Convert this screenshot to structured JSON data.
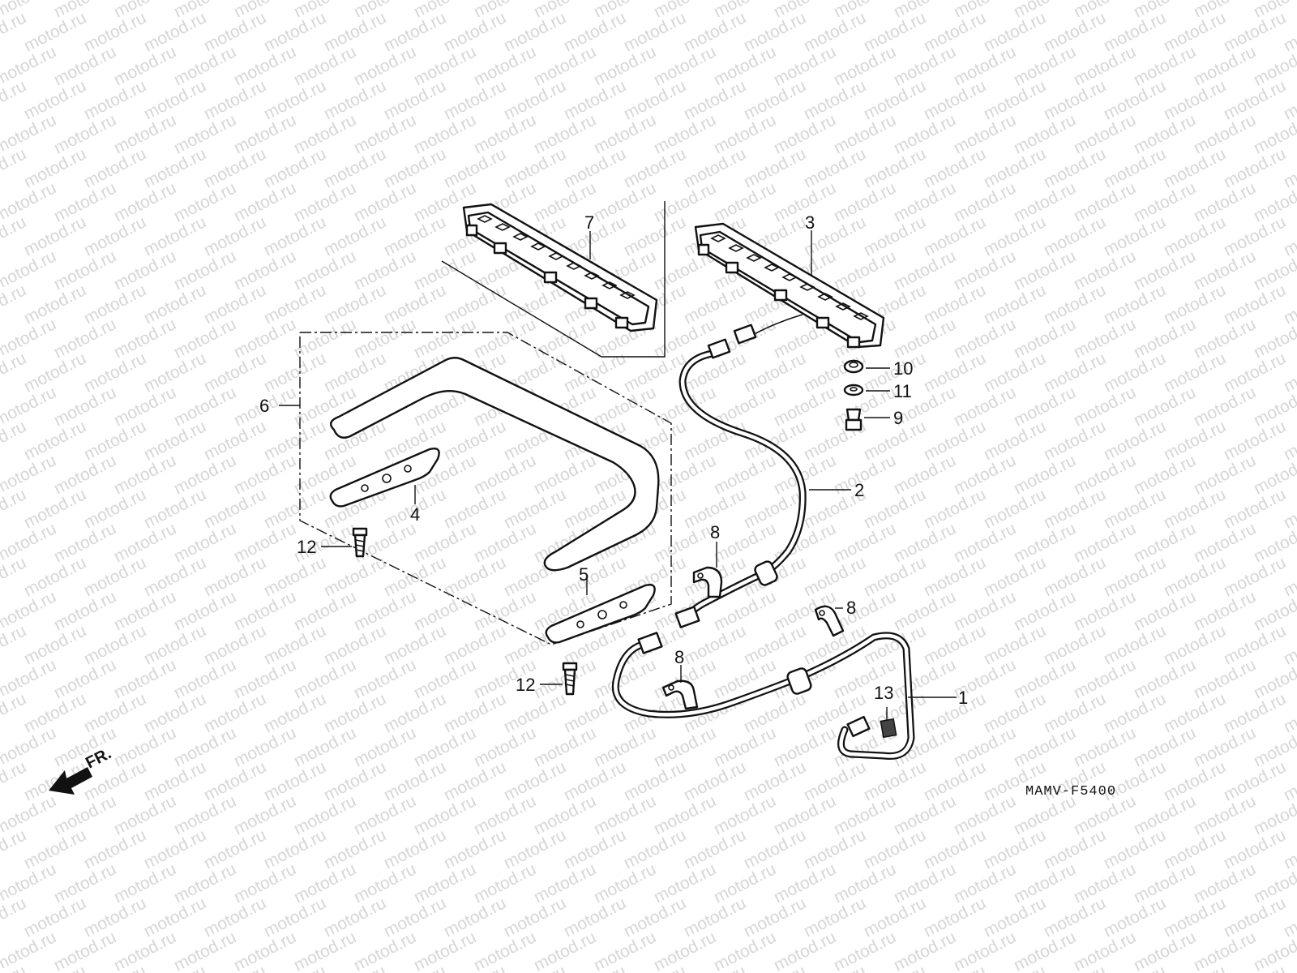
{
  "diagram": {
    "watermark": "motod.ru",
    "diagram_code": "MAMV-F5400",
    "direction_label": "FR.",
    "callouts": [
      {
        "id": "1",
        "label": "1"
      },
      {
        "id": "2",
        "label": "2"
      },
      {
        "id": "3",
        "label": "3"
      },
      {
        "id": "4",
        "label": "4"
      },
      {
        "id": "5",
        "label": "5"
      },
      {
        "id": "6",
        "label": "6"
      },
      {
        "id": "7",
        "label": "7"
      },
      {
        "id": "8a",
        "label": "8"
      },
      {
        "id": "8b",
        "label": "8"
      },
      {
        "id": "8c",
        "label": "8"
      },
      {
        "id": "9",
        "label": "9"
      },
      {
        "id": "10",
        "label": "10"
      },
      {
        "id": "11",
        "label": "11"
      },
      {
        "id": "12a",
        "label": "12"
      },
      {
        "id": "12b",
        "label": "12"
      },
      {
        "id": "13",
        "label": "13"
      }
    ]
  }
}
